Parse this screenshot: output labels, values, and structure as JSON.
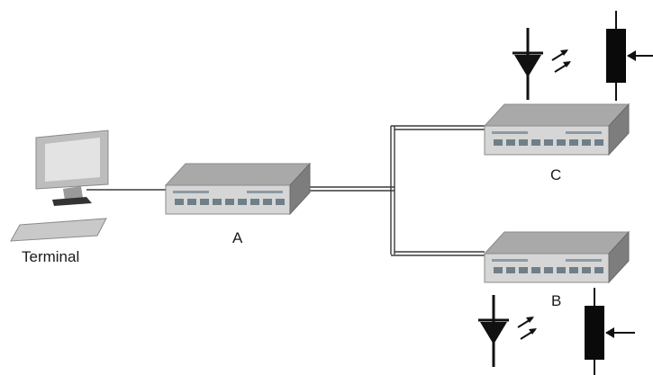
{
  "labels": {
    "terminal": "Terminal",
    "device_a": "A",
    "device_b": "B",
    "device_c": "C"
  },
  "colors": {
    "line": "#3a3a3a",
    "switch_top": "#a9a9a9",
    "switch_front": "#d6d6d6",
    "switch_side": "#7d7d7d",
    "port": "#6f7f8a",
    "monitor_body": "#bdbdbd",
    "screen": "#e3e3e3",
    "symbol": "#111111"
  },
  "icons": [
    "terminal-computer-icon",
    "network-switch-icon",
    "photodiode-icon",
    "resistor-icon"
  ]
}
